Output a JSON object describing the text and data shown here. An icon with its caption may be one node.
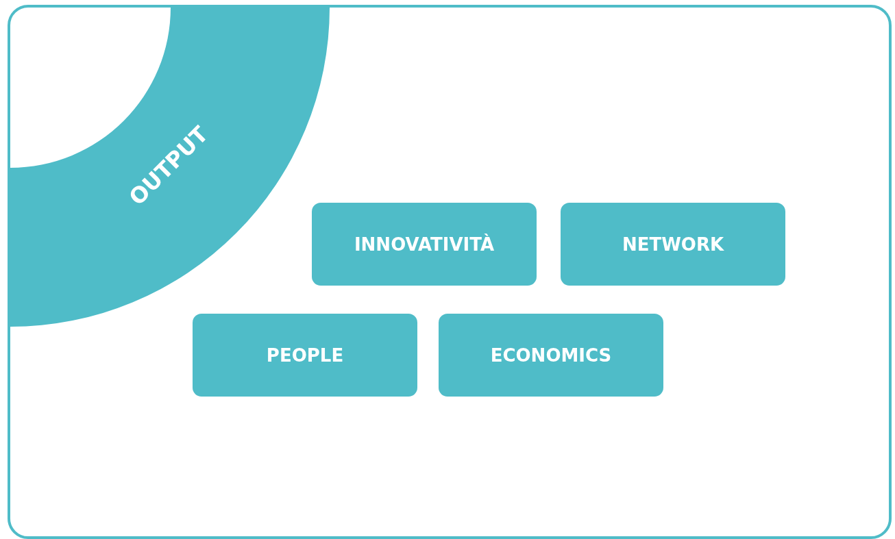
{
  "diagram": {
    "nodes": [
      {
        "text": [],
        "shape": "box"
      },
      {
        "text": [
          "OUTPUT"
        ],
        "in": 0
      },
      {
        "text": [
          "INNOVATIVITÀ"
        ],
        "in": 0
      },
      {
        "text": [
          "NETWORK"
        ],
        "in": 0
      },
      {
        "text": [
          "PEOPLE"
        ],
        "in": 0
      },
      {
        "text": [
          "ECONOMICS"
        ],
        "in": 0
      }
    ],
    "edges": []
  }
}
